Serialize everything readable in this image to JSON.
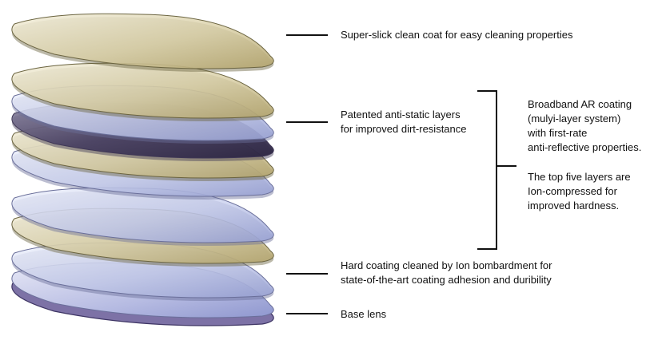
{
  "colors": {
    "tan_fill": "#c9bd8f",
    "tan_edge": "#6b6440",
    "lilac_fill": "#bcc4e6",
    "lilac_edge": "#6a6f9a",
    "dark_fill": "#3f3755",
    "base_fill": "#7d72a6",
    "line": "#111111"
  },
  "layers": [
    {
      "name": "clean-coat-layer",
      "tone": "tan"
    },
    {
      "name": "anti-static-layer-1",
      "tone": "tan"
    },
    {
      "name": "anti-static-layer-2",
      "tone": "lilac"
    },
    {
      "name": "anti-static-layer-3",
      "tone": "dark"
    },
    {
      "name": "ar-layer-1",
      "tone": "tan"
    },
    {
      "name": "ar-layer-2",
      "tone": "lilac"
    },
    {
      "name": "ar-layer-3",
      "tone": "lilac"
    },
    {
      "name": "ar-layer-4",
      "tone": "tan"
    },
    {
      "name": "hard-coating-layer",
      "tone": "lilac"
    },
    {
      "name": "base-lens-layer",
      "tone": "base"
    }
  ],
  "labels": {
    "clean_coat": "Super-slick clean coat for easy cleaning properties",
    "anti_static": [
      "Patented anti-static layers",
      "for improved dirt-resistance"
    ],
    "broadband": [
      "Broadband AR coating",
      "(mulyi-layer system)",
      "with first-rate",
      "anti-reflective properties."
    ],
    "top_five": [
      "The top five layers are",
      "Ion-compressed for",
      "improved hardness."
    ],
    "hard_coating": [
      "Hard coating cleaned by Ion bombardment for",
      "state-of-the-art coating adhesion and duribility"
    ],
    "base_lens": "Base lens"
  }
}
